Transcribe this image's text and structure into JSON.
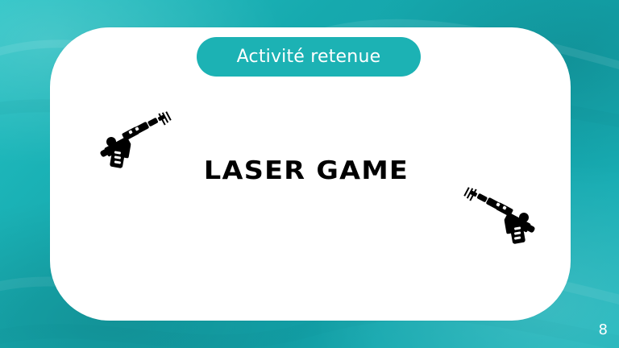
{
  "slide": {
    "badge_label": "Activité retenue",
    "title": "LASER GAME",
    "page_number": "8"
  },
  "colors": {
    "background": "#19b3b8",
    "card": "#ffffff",
    "badge": "#1cb2b4",
    "title": "#000000",
    "badge_text": "#ffffff"
  },
  "icons": {
    "left": "laser-gun-icon",
    "right": "laser-gun-icon"
  }
}
